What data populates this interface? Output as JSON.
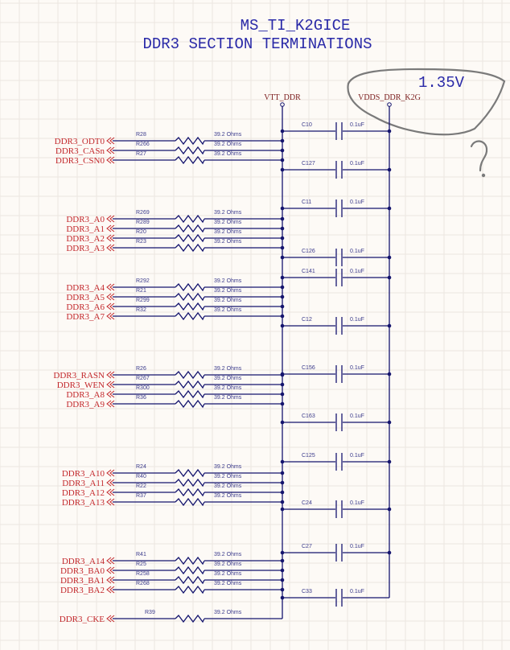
{
  "title": {
    "line1": "MS_TI_K2GICE",
    "line2": "DDR3 SECTION TERMINATIONS"
  },
  "annotation": {
    "voltage_note": "1.35V",
    "question_mark": "?"
  },
  "power_nets": {
    "vtt": "VTT_DDR",
    "vdds": "VDDS_DDR_K2G"
  },
  "resistor_groups": [
    {
      "rows": [
        {
          "net": "DDR3_ODT0",
          "ref": "R28",
          "value": "39.2 Ohms"
        },
        {
          "net": "DDR3_CASn",
          "ref": "R266",
          "value": "39.2 Ohms"
        },
        {
          "net": "DDR3_CSN0",
          "ref": "R27",
          "value": "39.2 Ohms"
        }
      ]
    },
    {
      "rows": [
        {
          "net": "DDR3_A0",
          "ref": "R269",
          "value": "39.2 Ohms"
        },
        {
          "net": "DDR3_A1",
          "ref": "R289",
          "value": "39.2 Ohms"
        },
        {
          "net": "DDR3_A2",
          "ref": "R20",
          "value": "39.2 Ohms"
        },
        {
          "net": "DDR3_A3",
          "ref": "R23",
          "value": "39.2 Ohms"
        }
      ]
    },
    {
      "rows": [
        {
          "net": "DDR3_A4",
          "ref": "R292",
          "value": "39.2 Ohms"
        },
        {
          "net": "DDR3_A5",
          "ref": "R21",
          "value": "39.2 Ohms"
        },
        {
          "net": "DDR3_A6",
          "ref": "R299",
          "value": "39.2 Ohms"
        },
        {
          "net": "DDR3_A7",
          "ref": "R32",
          "value": "39.2 Ohms"
        }
      ]
    },
    {
      "rows": [
        {
          "net": "DDR3_RASN",
          "ref": "R26",
          "value": "39.2 Ohms"
        },
        {
          "net": "DDR3_WEN",
          "ref": "R267",
          "value": "39.2 Ohms"
        },
        {
          "net": "DDR3_A8",
          "ref": "R300",
          "value": "39.2 Ohms"
        },
        {
          "net": "DDR3_A9",
          "ref": "R36",
          "value": "39.2 Ohms"
        }
      ]
    },
    {
      "rows": [
        {
          "net": "DDR3_A10",
          "ref": "R24",
          "value": "39.2 Ohms"
        },
        {
          "net": "DDR3_A11",
          "ref": "R40",
          "value": "39.2 Ohms"
        },
        {
          "net": "DDR3_A12",
          "ref": "R22",
          "value": "39.2 Ohms"
        },
        {
          "net": "DDR3_A13",
          "ref": "R37",
          "value": "39.2 Ohms"
        }
      ]
    },
    {
      "rows": [
        {
          "net": "DDR3_A14",
          "ref": "R41",
          "value": "39.2 Ohms"
        },
        {
          "net": "DDR3_BA0",
          "ref": "R25",
          "value": "39.2 Ohms"
        },
        {
          "net": "DDR3_BA1",
          "ref": "R258",
          "value": "39.2 Ohms"
        },
        {
          "net": "DDR3_BA2",
          "ref": "R268",
          "value": "39.2 Ohms"
        }
      ]
    },
    {
      "rows": [
        {
          "net": "DDR3_CKE",
          "ref": "R39",
          "value": "39.2 Ohms"
        }
      ]
    }
  ],
  "capacitors": [
    {
      "ref": "C10",
      "value": "0.1uF"
    },
    {
      "ref": "C127",
      "value": "0.1uF"
    },
    {
      "ref": "C11",
      "value": "0.1uF"
    },
    {
      "ref": "C126",
      "value": "0.1uF"
    },
    {
      "ref": "C141",
      "value": "0.1uF"
    },
    {
      "ref": "C12",
      "value": "0.1uF"
    },
    {
      "ref": "C156",
      "value": "0.1uF"
    },
    {
      "ref": "C163",
      "value": "0.1uF"
    },
    {
      "ref": "C125",
      "value": "0.1uF"
    },
    {
      "ref": "C24",
      "value": "0.1uF"
    },
    {
      "ref": "C27",
      "value": "0.1uF"
    },
    {
      "ref": "C33",
      "value": "0.1uF"
    }
  ],
  "colors": {
    "wire": "#14146e",
    "net_label": "#c3282c",
    "title": "#2a2aa8",
    "grid": "#ece6e0",
    "background": "#fdfaf6"
  }
}
